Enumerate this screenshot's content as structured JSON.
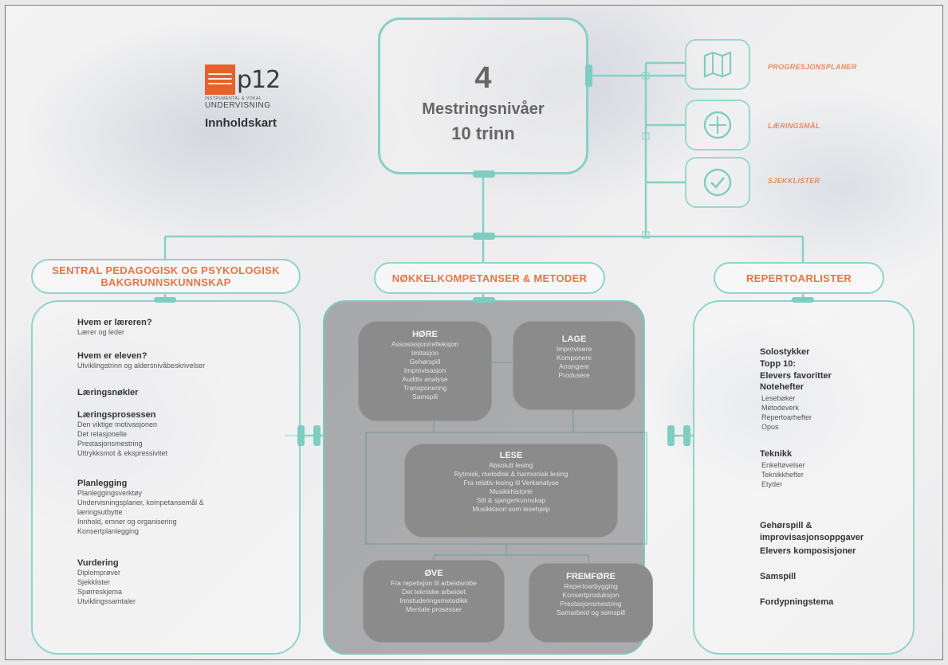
{
  "logo": {
    "brand": "p12",
    "sub1": "INSTRUMENTAL & VOKAL",
    "sub2": "UNDERVISNING",
    "title": "Innholdskart"
  },
  "hub": {
    "number": "4",
    "line1": "Mestringsnivåer",
    "line2": "10 trinn"
  },
  "side_items": [
    {
      "icon": "map-icon",
      "label": "PROGRESJONSPLANER"
    },
    {
      "icon": "crosshair-icon",
      "label": "LÆRINGSMÅL"
    },
    {
      "icon": "checkmark-icon",
      "label": "SJEKKLISTER"
    }
  ],
  "sections": {
    "left": {
      "header": "SENTRAL PEDAGOGISK OG PSYKOLOGISK BAKGRUNNSKUNNSKAP",
      "groups": [
        {
          "title": "Hvem er læreren?",
          "items": [
            "Lærer og leder"
          ]
        },
        {
          "title": "Hvem er eleven?",
          "items": [
            "Utviklingstrinn og alders­nivåbeskrivelser"
          ]
        },
        {
          "title": "Læringsnøkler",
          "items": []
        },
        {
          "title": "Læringsprosessen",
          "items": [
            "Den viktige motivasjonen",
            "Det relasjonelle",
            "Prestasjonsmestring",
            "Uttrykksmot & ekspressivitet"
          ]
        },
        {
          "title": "Planlegging",
          "items": [
            "Planleggingsverktøy",
            "Undervisningsplaner, kompetansemål &",
            "læringsutbytte",
            "Innhold, emner og organisering",
            "Konsertplanlegging"
          ]
        },
        {
          "title": "Vurdering",
          "items": [
            "Diplomprøver",
            "Sjekklister",
            "Spørreskjema",
            "Utviklingssamtaler"
          ]
        }
      ]
    },
    "center": {
      "header": "NØKKELKOMPETANSER & METODER",
      "hore": {
        "title": "HØRE",
        "items": [
          "Assosiasjon/refleksjon",
          "Imitasjon",
          "Gehørspill",
          "Improvisasjon",
          "Auditiv analyse",
          "Transponering",
          "Samspill"
        ]
      },
      "lage": {
        "title": "LAGE",
        "items": [
          "Improvisere",
          "Komponere",
          "Arrangere",
          "Produsere"
        ]
      },
      "lese": {
        "title": "LESE",
        "items": [
          "Absolutt lesing",
          "Rytmisk, melodisk & harmonisk lesing",
          "Fra relativ lesing til Verkanalyse",
          "Musikkhistorie",
          "Stil & sjangerkunnskap",
          "Musikkteori som lesehjelp"
        ]
      },
      "ove": {
        "title": "ØVE",
        "items": [
          "Fra repetisjon til arbeidsrobe",
          "Det tekniske arbeidet",
          "Innstuderingsmetodikk",
          "Mentale prosesser"
        ]
      },
      "fremfore": {
        "title": "FREMFØRE",
        "items": [
          "Repertoarbygging",
          "Konsertproduksjon",
          "Prestasjonsmestring",
          "Samarbeid og samspill"
        ]
      }
    },
    "right": {
      "header": "REPERTOARLISTER",
      "groups": [
        {
          "title": "Solostykker\nTopp 10:\nElevers favoritter",
          "items": []
        },
        {
          "title": "Notehefter",
          "items": [
            "Lesebøker",
            "Metodeverk",
            "Repertoarhefter",
            "Opus"
          ]
        },
        {
          "title": "Teknikk",
          "items": [
            "Enkeltøvelser",
            "Teknikkhefter",
            "Etyder"
          ]
        },
        {
          "title": "Gehørspill &\nimprovisasjonsoppgaver",
          "items": []
        },
        {
          "title": "Elevers komposisjoner",
          "items": []
        },
        {
          "title": "Samspill",
          "items": []
        },
        {
          "title": "Fordypningstema",
          "items": []
        }
      ]
    }
  },
  "colors": {
    "teal": "#86d0c6",
    "orange": "#e4754b",
    "grey_panel": "#7d8082",
    "inner_box": "#8b8b8b"
  }
}
